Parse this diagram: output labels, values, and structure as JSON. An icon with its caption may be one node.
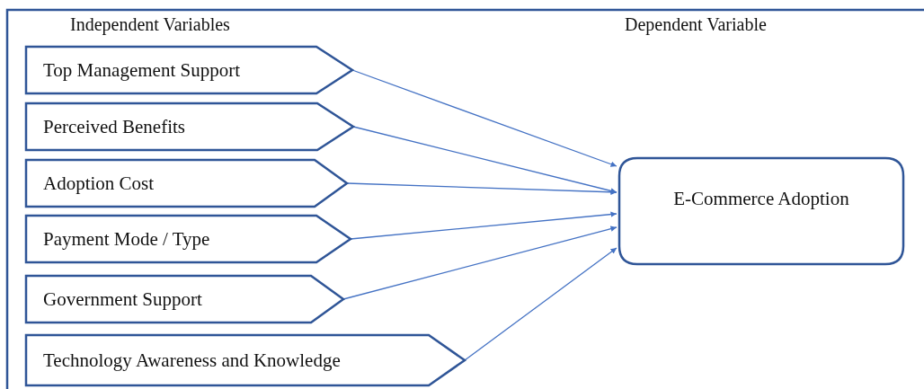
{
  "diagram": {
    "nodes": [
      {
        "text": [
          "Top Management Support"
        ]
      },
      {
        "text": [
          "Perceived Benefits"
        ]
      },
      {
        "text": [
          "Adoption Cost"
        ]
      },
      {
        "text": [
          "Payment Mode / Type"
        ]
      },
      {
        "text": [
          "Government Support"
        ]
      },
      {
        "text": [
          "Technology Awareness and Knowledge"
        ]
      },
      {
        "text": [
          "E-Commerce Adoption"
        ]
      }
    ],
    "edges": [
      {
        "from": 0,
        "to": 6,
        "arrow": "to"
      },
      {
        "from": 1,
        "to": 6,
        "arrow": "to"
      },
      {
        "from": 2,
        "to": 6,
        "arrow": "to"
      },
      {
        "from": 3,
        "to": 6,
        "arrow": "to"
      },
      {
        "from": 4,
        "to": 6,
        "arrow": "to"
      },
      {
        "from": 5,
        "to": 6,
        "arrow": "to"
      }
    ],
    "labels": [
      "Independent Variables",
      "Dependent Variable"
    ]
  }
}
